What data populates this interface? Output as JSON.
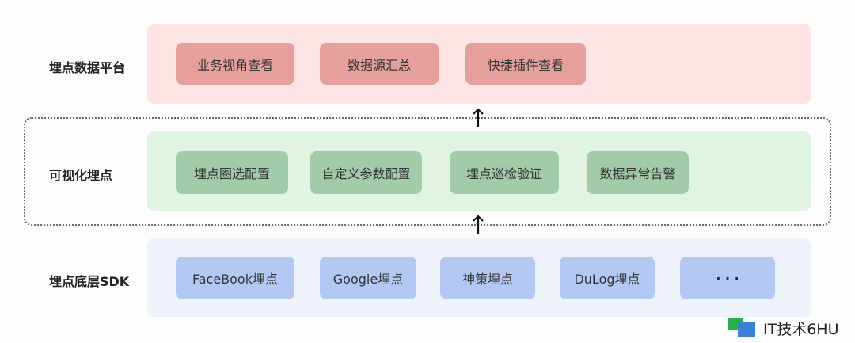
{
  "layers": [
    {
      "title": "埋点数据平台",
      "items": [
        "业务视角查看",
        "数据源汇总",
        "快捷插件查看"
      ]
    },
    {
      "title": "可视化埋点",
      "items": [
        "埋点圈选配置",
        "自定义参数配置",
        "埋点巡检验证",
        "数据异常告警"
      ]
    },
    {
      "title": "埋点底层SDK",
      "items": [
        "FaceBook埋点",
        "Google埋点",
        "神策埋点",
        "DuLog埋点",
        "· · ·"
      ]
    }
  ],
  "watermark": "IT技术6HU",
  "colors": {
    "red_panel": "#fde5e5",
    "red_box": "#e5a09b",
    "green_panel": "#e1f3e2",
    "green_box": "#a2cba9",
    "blue_panel": "#eef2fa",
    "blue_box": "#b3c9f4"
  }
}
